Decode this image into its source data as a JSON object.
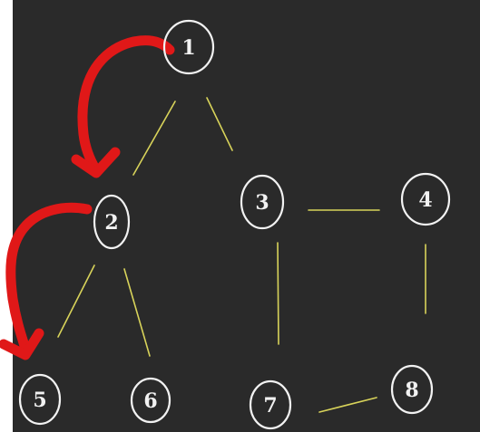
{
  "colors": {
    "background": "#2a2a2a",
    "node_stroke": "#f2f2f2",
    "edge": "#d8d35a",
    "arrow": "#e01818"
  },
  "nodes": [
    {
      "id": "1",
      "label": "1"
    },
    {
      "id": "2",
      "label": "2"
    },
    {
      "id": "3",
      "label": "3"
    },
    {
      "id": "4",
      "label": "4"
    },
    {
      "id": "5",
      "label": "5"
    },
    {
      "id": "6",
      "label": "6"
    },
    {
      "id": "7",
      "label": "7"
    },
    {
      "id": "8",
      "label": "8"
    }
  ],
  "edges": [
    [
      "1",
      "2"
    ],
    [
      "1",
      "3"
    ],
    [
      "2",
      "5"
    ],
    [
      "2",
      "6"
    ],
    [
      "3",
      "4"
    ],
    [
      "3",
      "7"
    ],
    [
      "4",
      "8"
    ],
    [
      "7",
      "8"
    ]
  ],
  "traversal_arrows": [
    [
      "1",
      "2"
    ],
    [
      "2",
      "5"
    ]
  ]
}
